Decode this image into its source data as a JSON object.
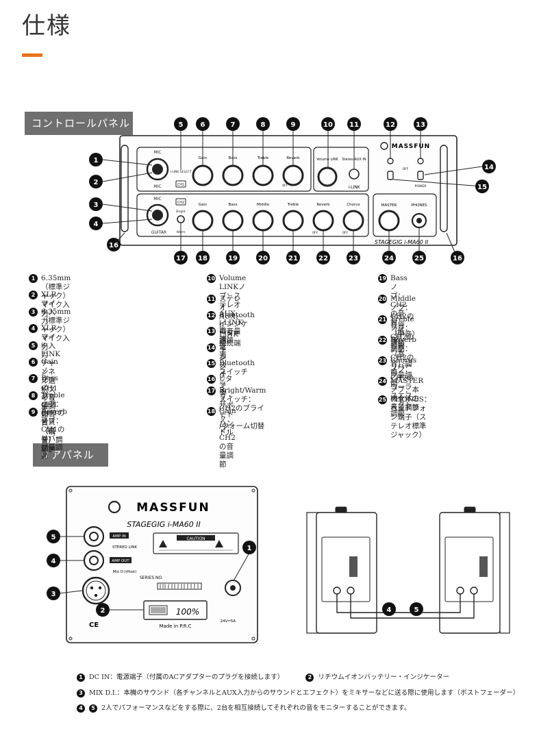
{
  "page": {
    "title": "仕様"
  },
  "sections": {
    "control_panel": "コントロールパネル",
    "rear_panel": "リアパネル"
  },
  "control_panel": {
    "brand": "MASSFUN",
    "model": "STAGEGIG i-MA60 II",
    "ch1_label": "CH1",
    "ch2_label": "CH2",
    "mic_label": "MIC",
    "guitar_label": "GUITAR",
    "ilink_select_label": "I-LINK SELECT",
    "bright_label": "Bright",
    "warm_label": "Warm",
    "ilink_label": "i-LINK",
    "off_label": "OFF",
    "power_label": "POWER",
    "knobs_ch1": [
      "Gain",
      "Bass",
      "Treble",
      "Reverb"
    ],
    "ilink_knob": "Volume LINK",
    "stereo_aux": "Stereo AUX IN",
    "knobs_ch2": [
      "Gain",
      "Bass",
      "Middle",
      "Treble",
      "Reverb",
      "Chorus"
    ],
    "master_label": "MASTER",
    "phones_label": "PHONES",
    "callouts_top": [
      "5",
      "6",
      "7",
      "8",
      "9",
      "10",
      "11",
      "12",
      "13"
    ],
    "callouts_left": [
      "1",
      "2",
      "3",
      "4",
      "16"
    ],
    "callouts_right": [
      "14",
      "15",
      "16"
    ],
    "callouts_bottom": [
      "17",
      "18",
      "19",
      "20",
      "21",
      "22",
      "23",
      "24",
      "25"
    ]
  },
  "legend": [
    {
      "n": "1",
      "text": "6.35mm（標準ジャック）マイク入力"
    },
    {
      "n": "2",
      "text": "XLRマイク入力"
    },
    {
      "n": "3",
      "text": "6.35mm（標準ジャック）マイク入力"
    },
    {
      "n": "4",
      "text": "XLRマイク入力"
    },
    {
      "n": "5",
      "text": "i-LINKチャンネル選択スイッチ"
    },
    {
      "n": "6",
      "text": "Gainノブ：CH1の音量調節"
    },
    {
      "n": "7",
      "text": "Bassノブ：CH1の音質（低音）調節"
    },
    {
      "n": "8",
      "text": "Trebleノブ：CH1の音質（高音）調節"
    },
    {
      "n": "9",
      "text": "Reverbノブ：CH1のリバーブ量調節"
    },
    {
      "n": "10",
      "text": "Volume LINKノブ：ステレオAUX、\ni-LINKの音量調節"
    },
    {
      "n": "11",
      "text": "ステレオAUX、i-LINK 接続端子"
    },
    {
      "n": "12",
      "text": "Bluetoothインジケーター"
    },
    {
      "n": "13",
      "text": "電源インジケーター"
    },
    {
      "n": "14",
      "text": "電源スイッチ"
    },
    {
      "n": "15",
      "text": "Bluetoothスイッチ"
    },
    {
      "n": "16",
      "text": "Uタイプ・サポートハンドル"
    },
    {
      "n": "17",
      "text": "Bright/Warmスイッチ：CH2のブライト\n/ウォーム切替"
    },
    {
      "n": "18",
      "text": "Gainノブ：CH2の音量調節"
    },
    {
      "n": "19",
      "text": "Bassノブ：CH2の音質（低音）調節"
    },
    {
      "n": "20",
      "text": "Middleノブ：CH2の音質（中音）調節"
    },
    {
      "n": "21",
      "text": "Trebleノブ：CH2の音質（高音）調節"
    },
    {
      "n": "22",
      "text": "Reverbノブ：CH2のリバーブ量調節"
    },
    {
      "n": "23",
      "text": "Chorusノブ：CH2のコーラスエフェクト調節"
    },
    {
      "n": "24",
      "text": "MASTERノブ：本機全体の音量調節"
    },
    {
      "n": "25",
      "text": "PHONES：ヘッドフォン端子（ステレオ標準\nジャック）"
    }
  ],
  "rear_panel": {
    "brand": "MASSFUN",
    "model": "STAGEGIG i-MA60 II",
    "amp_in": "AMP IN",
    "amp_out": "AMP OUT",
    "stereo_link": "STEREO LINK",
    "mix_di": "Mix D.I(Post)",
    "caution": "CAUTION",
    "series_no": "SERIES NO.",
    "battery_readout": "100%",
    "made_in": "Made in P.R.C",
    "dc_label": "24V⎓5A",
    "ce_mark": "CE",
    "callouts": [
      "1",
      "2",
      "3",
      "4",
      "5"
    ],
    "link_callouts": [
      "4",
      "5"
    ]
  },
  "rear_legend": [
    {
      "n": "1",
      "text": "DC IN：電源端子（付属のACアダプターのプラグを接続します）"
    },
    {
      "n": "2",
      "text": "リチウムイオンバッテリー・インジケーター"
    },
    {
      "n": "3",
      "text": "MIX D.I.：本機のサウンド（各チャンネルとAUX入力からのサウンドとエフェクト）をミキサーなどに送る際に使用します（ポストフェーダー）"
    },
    {
      "n": "4",
      "text": ""
    },
    {
      "n": "5",
      "text": "2人でパフォーマンスなどをする際に、2台を相互接続してそれぞれの音をモニターすることができます。"
    }
  ]
}
